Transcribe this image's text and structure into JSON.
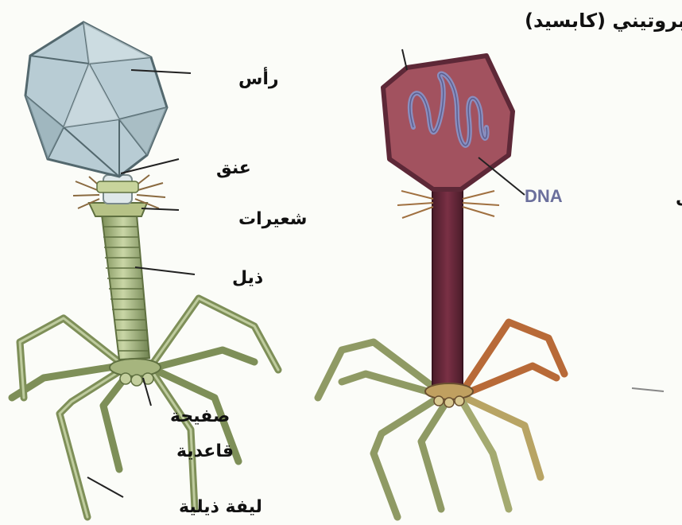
{
  "labels": {
    "head": "رأس",
    "neck": "عنق",
    "whiskers": "شعيرات",
    "tail": "ذيل",
    "base_plate_line1": "صفيحة",
    "base_plate_line2": "قاعدية",
    "tail_fiber": "ليفة ذيلية",
    "capsid": "غلاف بروتيني (كابسيد)",
    "nucleic_acid": "حمض نووى",
    "dna": "DNA"
  },
  "colors": {
    "background": "#fbfcf8",
    "head_fill": "#b8ccd4",
    "tail_green": "#9fb07a",
    "capsid_fill": "#a2525f",
    "capsid_edge": "#5d2837",
    "dna_strand": "#8a8fc0",
    "tail_fiber_orange": "#b86a38"
  }
}
